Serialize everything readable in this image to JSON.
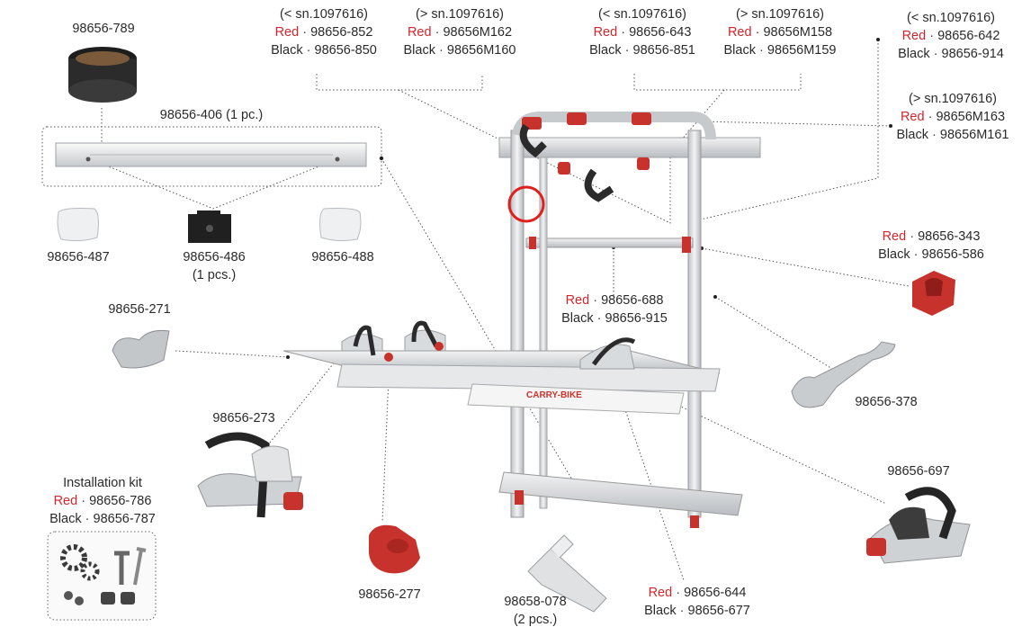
{
  "labels": {
    "top_a": {
      "note": "(< sn.1097616)",
      "red": "Red",
      "red_code": "98656-852",
      "black": "Black",
      "black_code": "98656-850"
    },
    "top_b": {
      "note": "(> sn.1097616)",
      "red": "Red",
      "red_code": "98656M162",
      "black": "Black",
      "black_code": "98656M160"
    },
    "top_c": {
      "note": "(< sn.1097616)",
      "red": "Red",
      "red_code": "98656-643",
      "black": "Black",
      "black_code": "98656-851"
    },
    "top_d": {
      "note": "(> sn.1097616)",
      "red": "Red",
      "red_code": "98656M158",
      "black": "Black",
      "black_code": "98656M159"
    },
    "right_a": {
      "note": "(< sn.1097616)",
      "red": "Red",
      "red_code": "98656-642",
      "black": "Black",
      "black_code": "98656-914"
    },
    "right_b": {
      "note": "(> sn.1097616)",
      "red": "Red",
      "red_code": "98656M163",
      "black": "Black",
      "black_code": "98656M161"
    },
    "p789": "98656-789",
    "p406": "98656-406 (1 pc.)",
    "p487": "98656-487",
    "p486": "98656-486",
    "p486_qty": "(1 pcs.)",
    "p488": "98656-488",
    "p271": "98656-271",
    "p273": "98656-273",
    "kit_title": "Installation kit",
    "kit": {
      "red": "Red",
      "red_code": "98656-786",
      "black": "Black",
      "black_code": "98656-787"
    },
    "p277": "98656-277",
    "p078": "98658-078",
    "p078_qty": "(2 pcs.)",
    "p644": {
      "red": "Red",
      "red_code": "98656-644",
      "black": "Black",
      "black_code": "98656-677"
    },
    "p688": {
      "red": "Red",
      "red_code": "98656-688",
      "black": "Black",
      "black_code": "98656-915"
    },
    "p343": {
      "red": "Red",
      "red_code": "98656-343",
      "black": "Black",
      "black_code": "98656-586"
    },
    "p378": "98656-378",
    "p697": "98656-697",
    "separator": "·"
  },
  "brand_text": "CARRY-BIKE",
  "colors": {
    "red_label": "#d0262c",
    "part_red": "#c8322c",
    "aluminium": "#d6d9dc",
    "dark": "#2b2b2b",
    "highlight_circle": "#e0201e"
  }
}
